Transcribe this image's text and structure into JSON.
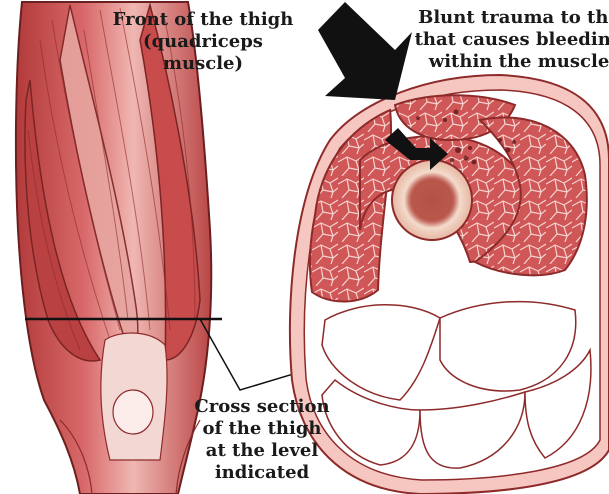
{
  "labels": {
    "front_of_thigh": [
      "Front of the thigh",
      "(quadriceps",
      "muscle)"
    ],
    "blunt_trauma": [
      "Blunt trauma to the",
      "that causes bleeding",
      "within the muscle"
    ],
    "cross_section": [
      "Cross section",
      "of the thigh",
      "at the level",
      "indicated"
    ]
  },
  "colors": {
    "muscle": "#c94c4c",
    "muscle_dark": "#8e2a2a",
    "muscle_light": "#e8a0a0",
    "skin": "#f2b8ae",
    "outline": "#6b1f1f",
    "arrow": "#111111",
    "bone": "#e9b9a6",
    "marrow": "#b8564a",
    "text": "#1a1a1a"
  },
  "icons": {
    "trauma_arrow": "large-black-arrow-icon",
    "bleeding_arrow": "small-black-bent-arrow-icon"
  }
}
